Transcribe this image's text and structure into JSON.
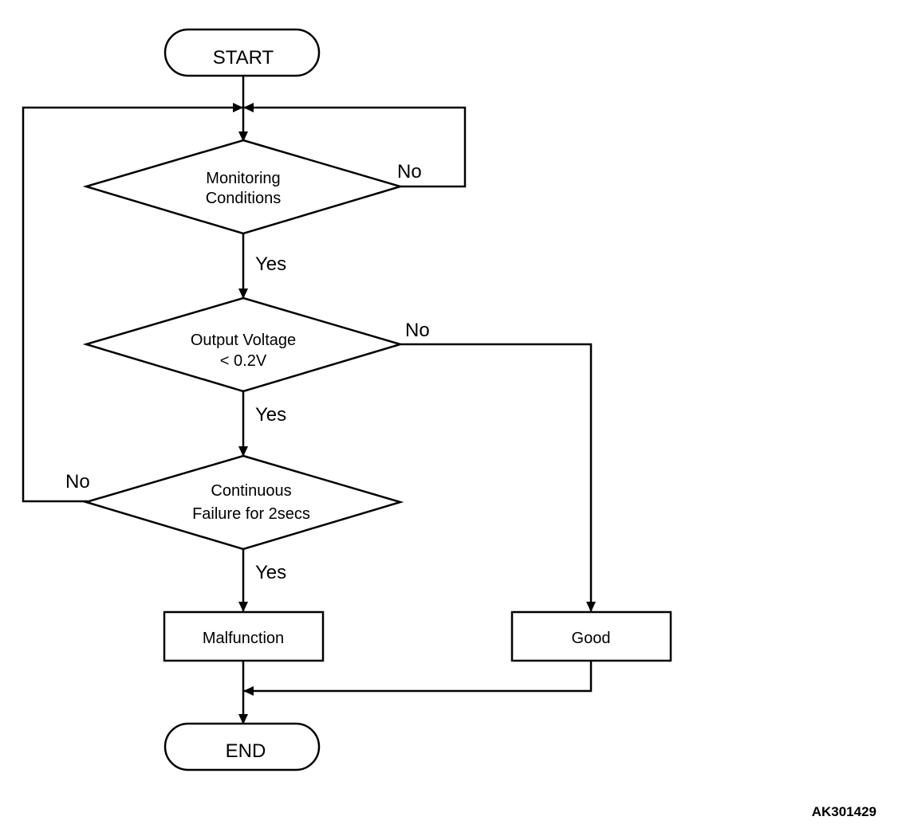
{
  "diagram": {
    "nodes": {
      "start": "START",
      "monitoring": [
        "Monitoring",
        "Conditions"
      ],
      "voltage": [
        "Output Voltage",
        "< 0.2V"
      ],
      "continuous": [
        "Continuous",
        "Failure for 2secs"
      ],
      "malfunction": "Malfunction",
      "good": "Good",
      "end": "END"
    },
    "branches": {
      "monitoring_no": "No",
      "monitoring_yes": "Yes",
      "voltage_no": "No",
      "voltage_yes": "Yes",
      "continuous_no": "No",
      "continuous_yes": "Yes"
    },
    "reference_code": "AK301429"
  }
}
